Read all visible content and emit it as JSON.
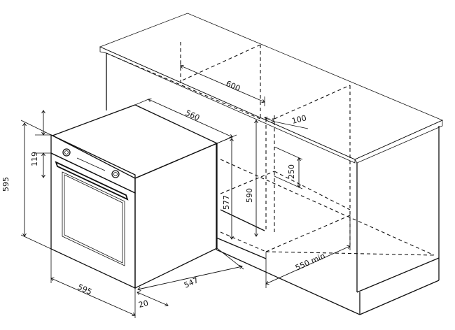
{
  "dimensions": {
    "niche_width": "600",
    "oven_depth_top": "560",
    "vent_width": "100",
    "vent_height": "250",
    "niche_height": "590",
    "oven_body_height": "577",
    "oven_front_height": "595",
    "panel_height": "119",
    "oven_front_width": "595",
    "oven_body_depth": "547",
    "front_offset": "20",
    "cabinet_depth_min": "550 min"
  },
  "colors": {
    "worktop": "#d9d9d9",
    "line": "#111111",
    "background": "#ffffff"
  }
}
